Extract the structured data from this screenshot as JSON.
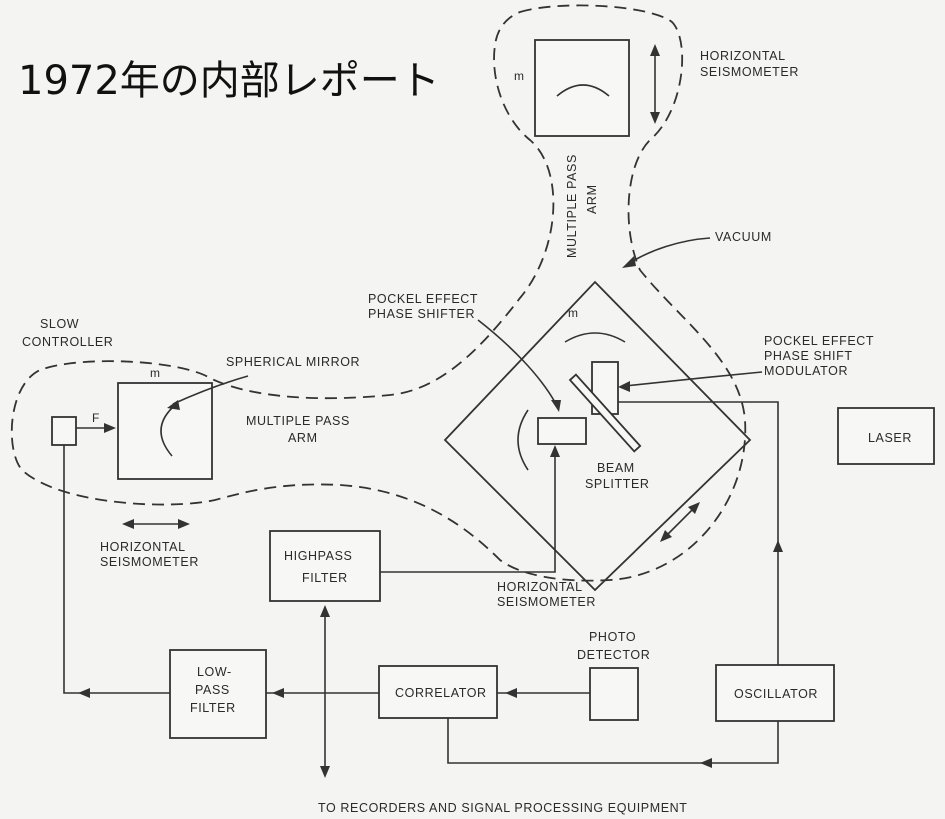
{
  "title": "1972年の内部レポート",
  "labels": {
    "horizontal_seismometer_top": [
      "HORIZONTAL",
      "SEISMOMETER"
    ],
    "mirror_top_m": "m",
    "multiple_pass_arm_vertical": [
      "MULTIPLE PASS",
      "ARM"
    ],
    "vacuum": "VACUUM",
    "pockel_effect_phase_shifter": [
      "POCKEL EFFECT",
      "PHASE SHIFTER"
    ],
    "center_m": "m",
    "pockel_effect_phase_shift_modulator": [
      "POCKEL EFFECT",
      "PHASE SHIFT",
      "MODULATOR"
    ],
    "slow_controller": [
      "SLOW",
      "CONTROLLER"
    ],
    "spherical_mirror": "SPHERICAL MIRROR",
    "left_box_m": "m",
    "force_f": "F",
    "multiple_pass_arm_horizontal": [
      "MULTIPLE PASS",
      "ARM"
    ],
    "beam_splitter": [
      "BEAM",
      "SPLITTER"
    ],
    "laser": "LASER",
    "horizontal_seismometer_left": [
      "HORIZONTAL",
      "SEISMOMETER"
    ],
    "highpass_filter": [
      "HIGHPASS",
      "FILTER"
    ],
    "horizontal_seismometer_center": [
      "HORIZONTAL",
      "SEISMOMETER"
    ],
    "photo_detector": [
      "PHOTO",
      "DETECTOR"
    ],
    "low_pass_filter": [
      "LOW-",
      "PASS",
      "FILTER"
    ],
    "correlator": "CORRELATOR",
    "oscillator": "OSCILLATOR",
    "to_recorders": "TO RECORDERS AND SIGNAL PROCESSING EQUIPMENT"
  }
}
